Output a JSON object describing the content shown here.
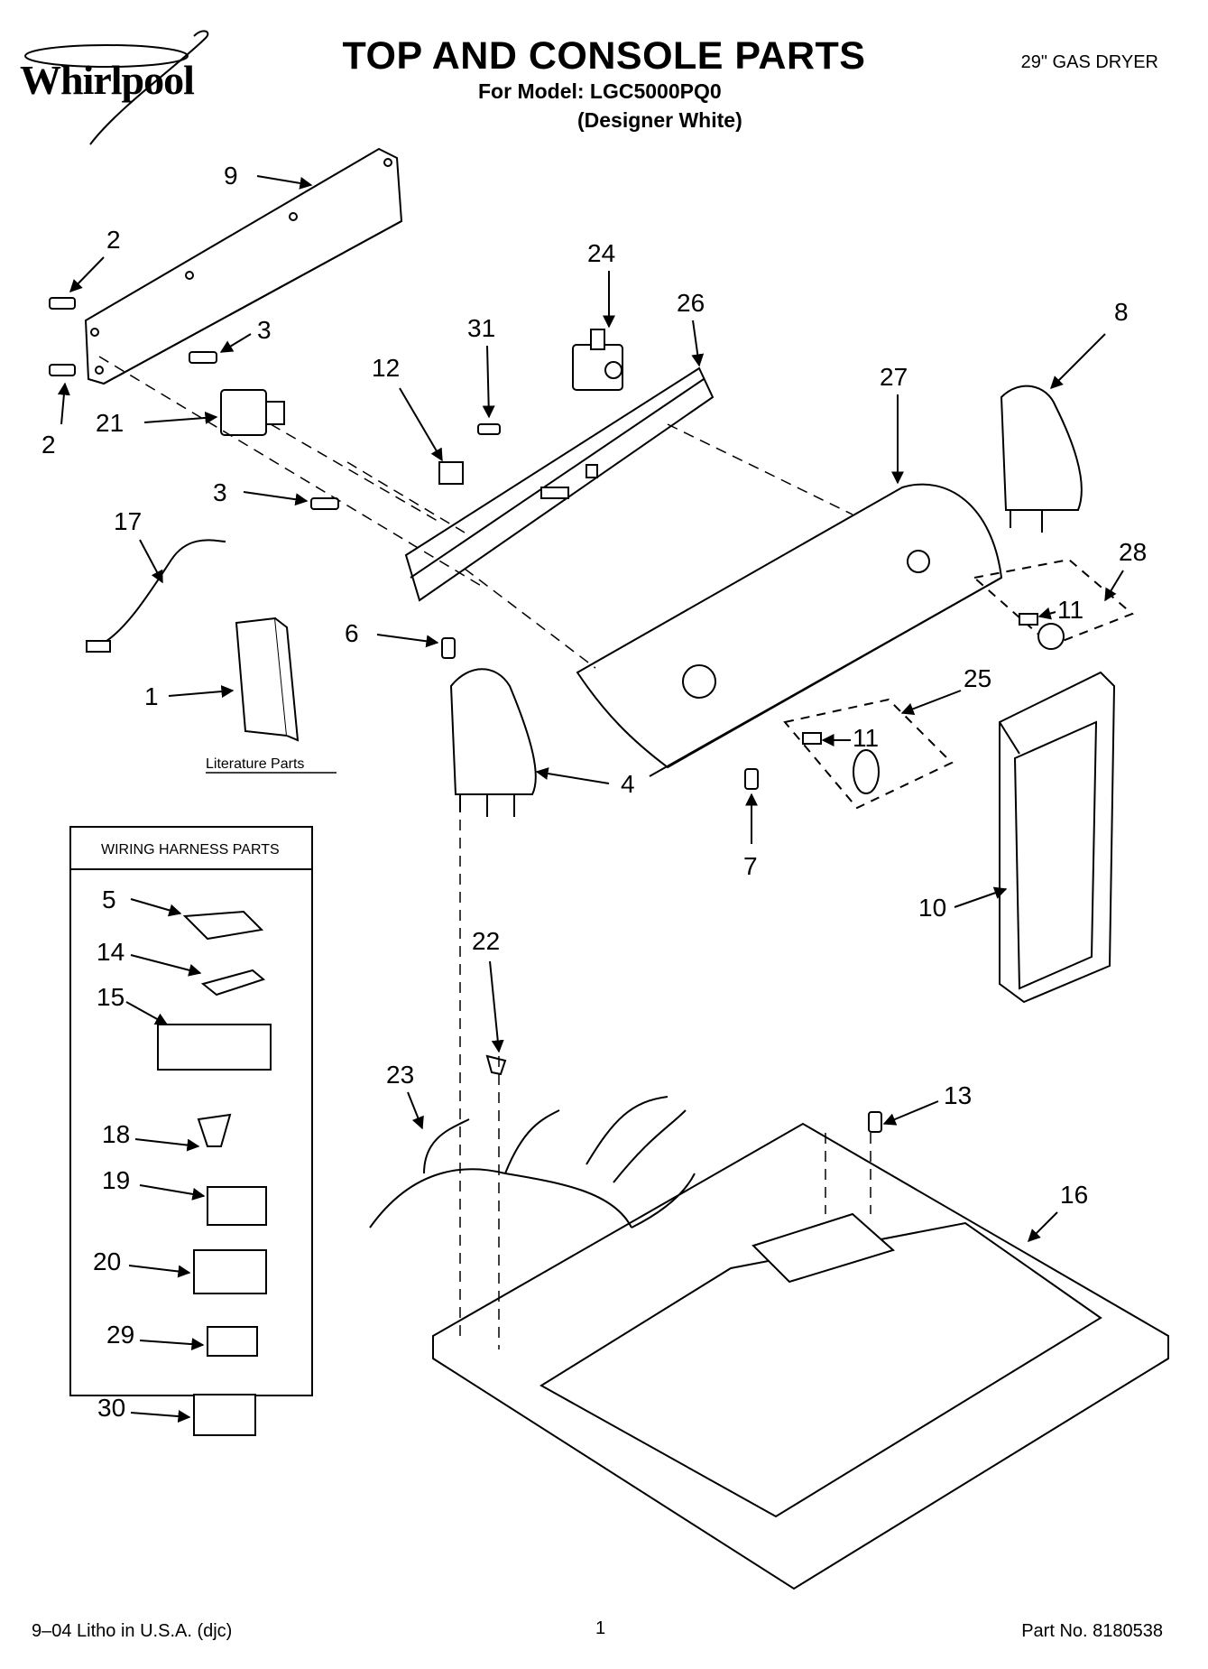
{
  "header": {
    "brand": "Whirlpool",
    "title": "TOP AND CONSOLE PARTS",
    "subtitle": "For Model: LGC5000PQ0",
    "variant": "(Designer White)",
    "product": "29\" GAS DRYER"
  },
  "diagram": {
    "literature_label": "Literature Parts",
    "wiring_box_title": "WIRING HARNESS PARTS",
    "callouts": [
      "9",
      "2",
      "3",
      "21",
      "2",
      "24",
      "26",
      "31",
      "12",
      "27",
      "8",
      "3",
      "17",
      "28",
      "11",
      "6",
      "1",
      "25",
      "11",
      "4",
      "7",
      "10",
      "22",
      "23",
      "13",
      "16",
      "5",
      "14",
      "15",
      "18",
      "19",
      "20",
      "29",
      "30"
    ]
  },
  "footer": {
    "left": "9–04 Litho in U.S.A. (djc)",
    "page": "1",
    "part_no": "Part No. 8180538"
  }
}
